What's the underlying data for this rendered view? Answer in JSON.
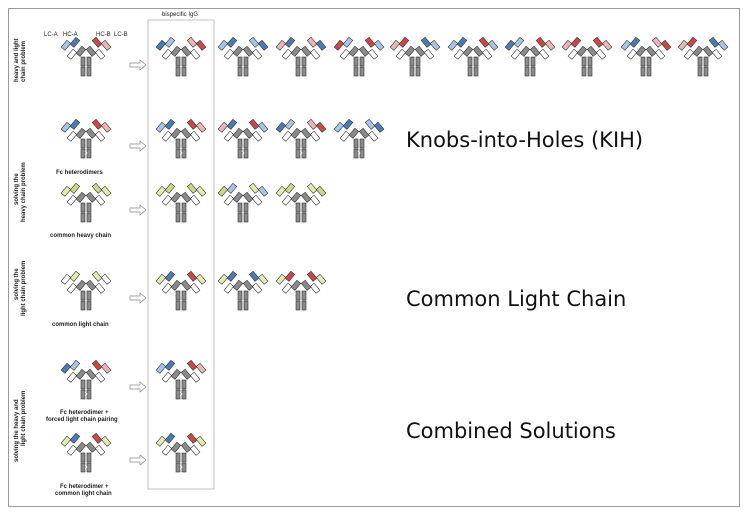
{
  "header": {
    "column_title": "bispecific IgG",
    "lc_a": "LC-A",
    "hc_a": "HC-A",
    "hc_b": "HC-B",
    "lc_b": "LC-B"
  },
  "rows": [
    {
      "label_line1": "heavy and light",
      "label_line2": "chain problem"
    },
    {
      "label_line1": "solving the",
      "label_line2": "heavy chain problem"
    },
    {
      "label_line1": "solving the",
      "label_line2": "light chain problem"
    },
    {
      "label_line1": "solving the heavy and",
      "label_line2": "light chain problem"
    }
  ],
  "captions": {
    "fc_heterodimers": "Fc heterodimers",
    "common_heavy_chain": "common heavy chain",
    "common_light_chain": "common light chain",
    "fc_forced_line1": "Fc heterodimer +",
    "fc_forced_line2": "forced light chain pairing",
    "fc_common_line1": "Fc heterodimer +",
    "fc_common_line2": "common light chain"
  },
  "solutions": {
    "kih": "Knobs-into-Holes (KIH)",
    "clc": "Common Light Chain",
    "combined": "Combined Solutions"
  },
  "colors": {
    "blue_dark": "#4a7bb5",
    "blue_light": "#a9c4e4",
    "red_dark": "#c94848",
    "red_light": "#eeb4b4",
    "green_light": "#e3ecae",
    "green_mid": "#c9d98a",
    "heavy_gray": "#8a8a8a",
    "light_white": "#ffffff",
    "border": "#9a9a9a"
  }
}
